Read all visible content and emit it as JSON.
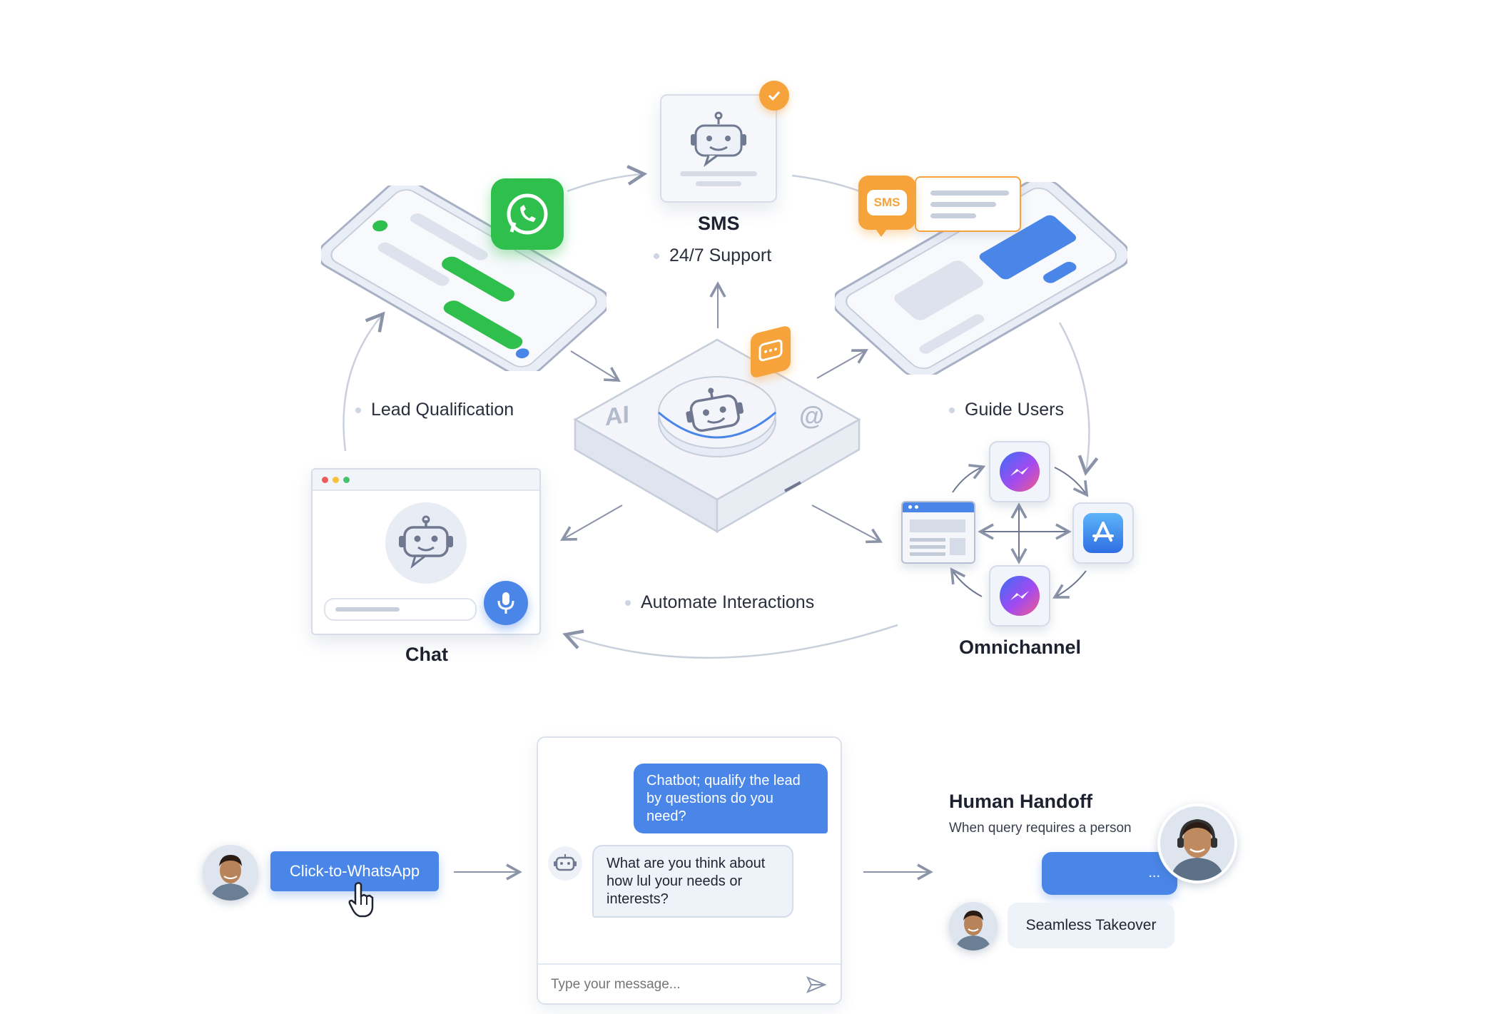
{
  "hub": {
    "ai_label": "AI",
    "at_symbol": "@"
  },
  "sms_card": {
    "title": "SMS"
  },
  "sms_badge": {
    "text": "SMS"
  },
  "labels": {
    "support": "24/7 Support",
    "lead_qualification": "Lead Qualification",
    "guide_users": "Guide Users",
    "automate": "Automate Interactions",
    "chat": "Chat",
    "omnichannel": "Omnichannel"
  },
  "flow": {
    "cta_button": "Click-to-WhatsApp",
    "chat_messages": [
      {
        "role": "user",
        "text": "Chatbot; qualify the lead by questions do you need?"
      },
      {
        "role": "bot",
        "text": "What are you think about how lul your needs or interests?"
      }
    ],
    "input_placeholder": "Type your message...",
    "handoff_title": "Human Handoff",
    "handoff_subtitle": "When query requires a person",
    "agent_typing": "...",
    "takeover_label": "Seamless Takeover"
  },
  "colors": {
    "accent_blue": "#4a86e8",
    "whatsapp_green": "#2fbf4d",
    "sms_orange": "#f6a33c",
    "line_gray": "#c5ccd9"
  }
}
